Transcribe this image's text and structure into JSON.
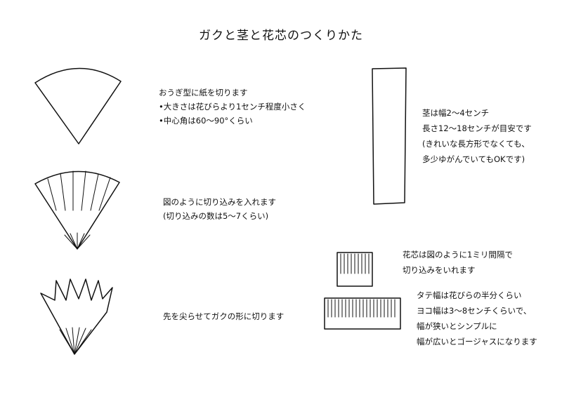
{
  "title": "ガクと茎と花芯のつくりかた",
  "steps": [
    {
      "lines": [
        "おうぎ型に紙を切ります",
        "•大きさは花びらより1センチ程度小さく",
        "•中心角は60〜90°くらい"
      ]
    },
    {
      "lines": [
        "図のように切り込みを入れます",
        "(切り込みの数は5〜7くらい)"
      ]
    },
    {
      "lines": [
        "先を尖らせてガクの形に切ります"
      ]
    }
  ],
  "stem": {
    "lines": [
      "茎は幅2〜4センチ",
      "長さ12〜18センチが目安です",
      "(きれいな長方形でなくても、",
      "多少ゆがんでいてもOKです)"
    ]
  },
  "core": {
    "lines": [
      "花芯は図のように1ミリ間隔で",
      "切り込みをいれます"
    ]
  },
  "core_size": {
    "lines": [
      "タテ幅は花びらの半分くらい",
      "ヨコ幅は3〜8センチくらいで、",
      "幅が狭いとシンプルに",
      "幅が広いとゴージャスになります"
    ]
  }
}
